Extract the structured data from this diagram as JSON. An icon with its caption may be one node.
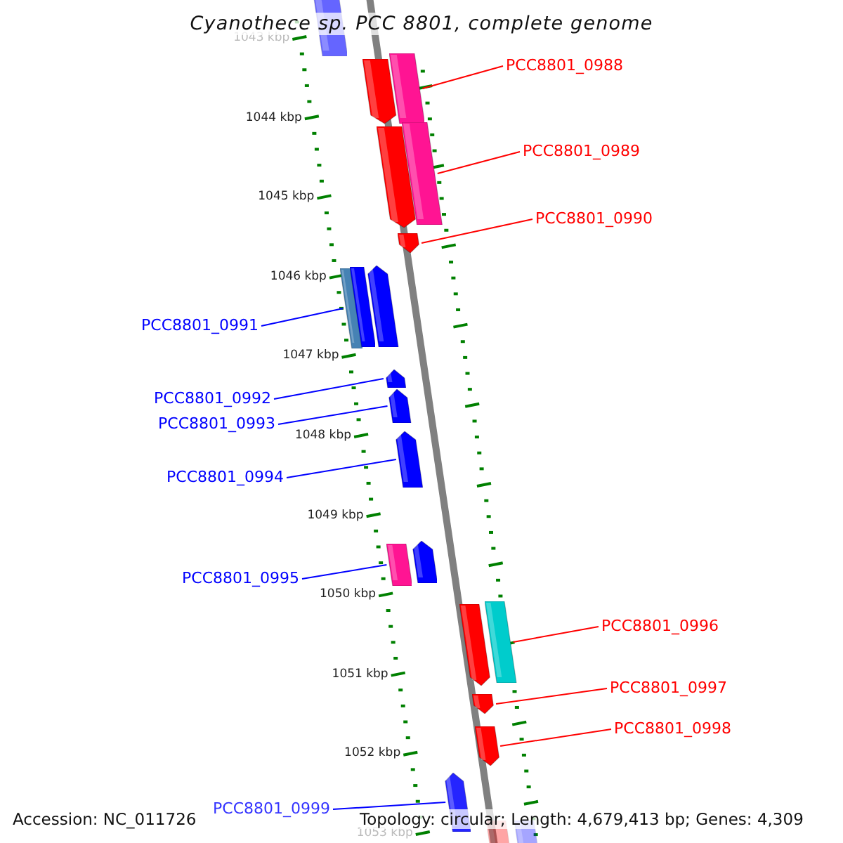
{
  "diagram": {
    "title": "Cyanothece sp. PCC 8801, complete genome",
    "nodes": [
      {
        "text": [
          "PCC8801_0988"
        ]
      },
      {
        "text": [
          "PCC8801_0989"
        ]
      },
      {
        "text": [
          "PCC8801_0990"
        ]
      },
      {
        "text": [
          "PCC8801_0991"
        ]
      },
      {
        "text": [
          "PCC8801_0992"
        ]
      },
      {
        "text": [
          "PCC8801_0993"
        ]
      },
      {
        "text": [
          "PCC8801_0994"
        ]
      },
      {
        "text": [
          "PCC8801_0995"
        ]
      },
      {
        "text": [
          "PCC8801_0996"
        ]
      },
      {
        "text": [
          "PCC8801_0997"
        ]
      },
      {
        "text": [
          "PCC8801_0998"
        ]
      },
      {
        "text": [
          "PCC8801_0999"
        ]
      },
      {
        "text": [],
        "shape": "bar"
      },
      {
        "text": [],
        "shape": "pentagon"
      },
      {
        "text": [],
        "shape": "bar"
      },
      {
        "text": [],
        "shape": "pentagon"
      },
      {
        "text": [],
        "shape": "bar"
      },
      {
        "text": [],
        "shape": "pentagon"
      },
      {
        "text": [],
        "shape": "bar"
      },
      {
        "text": [],
        "shape": "bar"
      },
      {
        "text": [],
        "shape": "pentagon"
      },
      {
        "text": [],
        "shape": "pentagon"
      },
      {
        "text": [],
        "shape": "pentagon"
      },
      {
        "text": [],
        "shape": "pentagon"
      },
      {
        "text": [],
        "shape": "bar"
      },
      {
        "text": [],
        "shape": "pentagon"
      },
      {
        "text": [],
        "shape": "pentagon"
      },
      {
        "text": [],
        "shape": "bar"
      },
      {
        "text": [],
        "shape": "pentagon"
      },
      {
        "text": [],
        "shape": "pentagon"
      },
      {
        "text": [],
        "shape": "pentagon"
      },
      {
        "text": [],
        "shape": "bar"
      },
      {
        "text": [],
        "shape": "bar"
      }
    ],
    "edges": [
      {
        "from": 0,
        "to": 14,
        "arrow": "none"
      },
      {
        "from": 1,
        "to": 16,
        "arrow": "none"
      },
      {
        "from": 2,
        "to": 17,
        "arrow": "none"
      },
      {
        "from": 3,
        "to": 18,
        "arrow": "none",
        "color": "#0000ff"
      },
      {
        "from": 4,
        "to": 21,
        "arrow": "none",
        "color": "#0000ff"
      },
      {
        "from": 5,
        "to": 22,
        "arrow": "none",
        "color": "#0000ff"
      },
      {
        "from": 6,
        "to": 23,
        "arrow": "none",
        "color": "#0000ff"
      },
      {
        "from": 7,
        "to": 24,
        "arrow": "none",
        "color": "#0000ff"
      },
      {
        "from": 8,
        "to": 27,
        "arrow": "none"
      },
      {
        "from": 9,
        "to": 28,
        "arrow": "none"
      },
      {
        "from": 10,
        "to": 29,
        "arrow": "none"
      },
      {
        "from": 11,
        "to": 30,
        "arrow": "none",
        "color": "#0000ff"
      }
    ],
    "labels": [
      "1043 kbp",
      "1044 kbp",
      "1045 kbp",
      "1046 kbp",
      "1047 kbp",
      "1048 kbp",
      "1049 kbp",
      "1050 kbp",
      "1051 kbp",
      "1052 kbp",
      "1053 kbp",
      "Accession: NC_011726",
      "Topology: circular; Length: 4,679,413 bp; Genes: 4,309"
    ]
  }
}
